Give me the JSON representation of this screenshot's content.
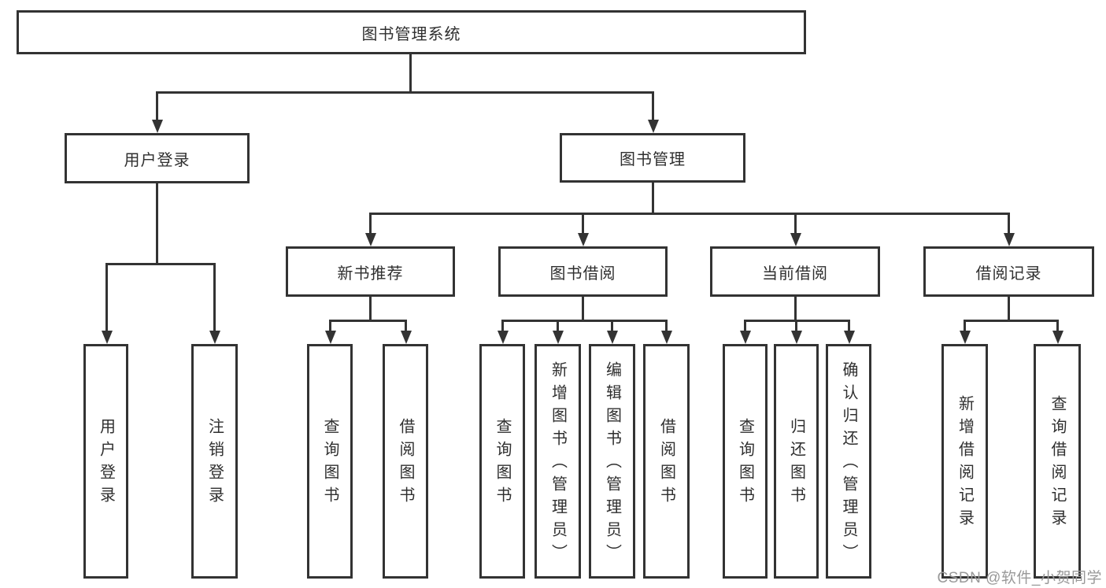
{
  "watermark": {
    "text": "CSDN @软件_小贺同学"
  },
  "colors": {
    "line": "#333333",
    "text": "#2f2f2f",
    "watermark": "#999999",
    "background": "#ffffff"
  },
  "tree": {
    "label": "图书管理系统",
    "children": [
      {
        "label": "用户登录",
        "children": [
          {
            "label": "用户登录"
          },
          {
            "label": "注销登录"
          }
        ]
      },
      {
        "label": "图书管理",
        "children": [
          {
            "label": "新书推荐",
            "children": [
              {
                "label": "查询图书"
              },
              {
                "label": "借阅图书"
              }
            ]
          },
          {
            "label": "图书借阅",
            "children": [
              {
                "label": "查询图书"
              },
              {
                "label": "新增图书（管理员）"
              },
              {
                "label": "编辑图书（管理员）"
              },
              {
                "label": "借阅图书"
              }
            ]
          },
          {
            "label": "当前借阅",
            "children": [
              {
                "label": "查询图书"
              },
              {
                "label": "归还图书"
              },
              {
                "label": "确认归还（管理员）"
              }
            ]
          },
          {
            "label": "借阅记录",
            "children": [
              {
                "label": "新增借阅记录"
              },
              {
                "label": "查询借阅记录"
              }
            ]
          }
        ]
      }
    ]
  }
}
